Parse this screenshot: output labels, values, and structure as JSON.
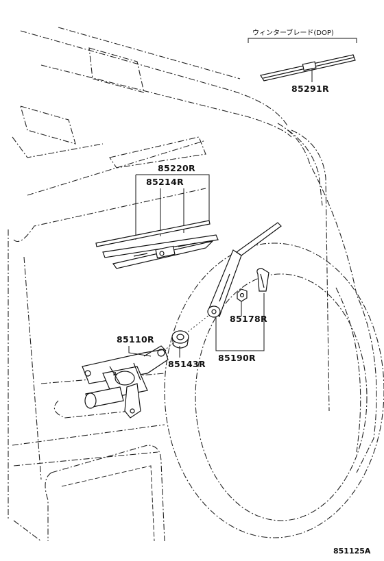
{
  "labels": {
    "dop_title": "ウィンターブレード(DOP)",
    "p85291": "85291R",
    "p85220": "85220R",
    "p85214": "85214R",
    "p85178": "85178R",
    "p85110": "85110R",
    "p85143": "85143R",
    "p85190": "85190R",
    "diagram_ref": "851125A"
  }
}
